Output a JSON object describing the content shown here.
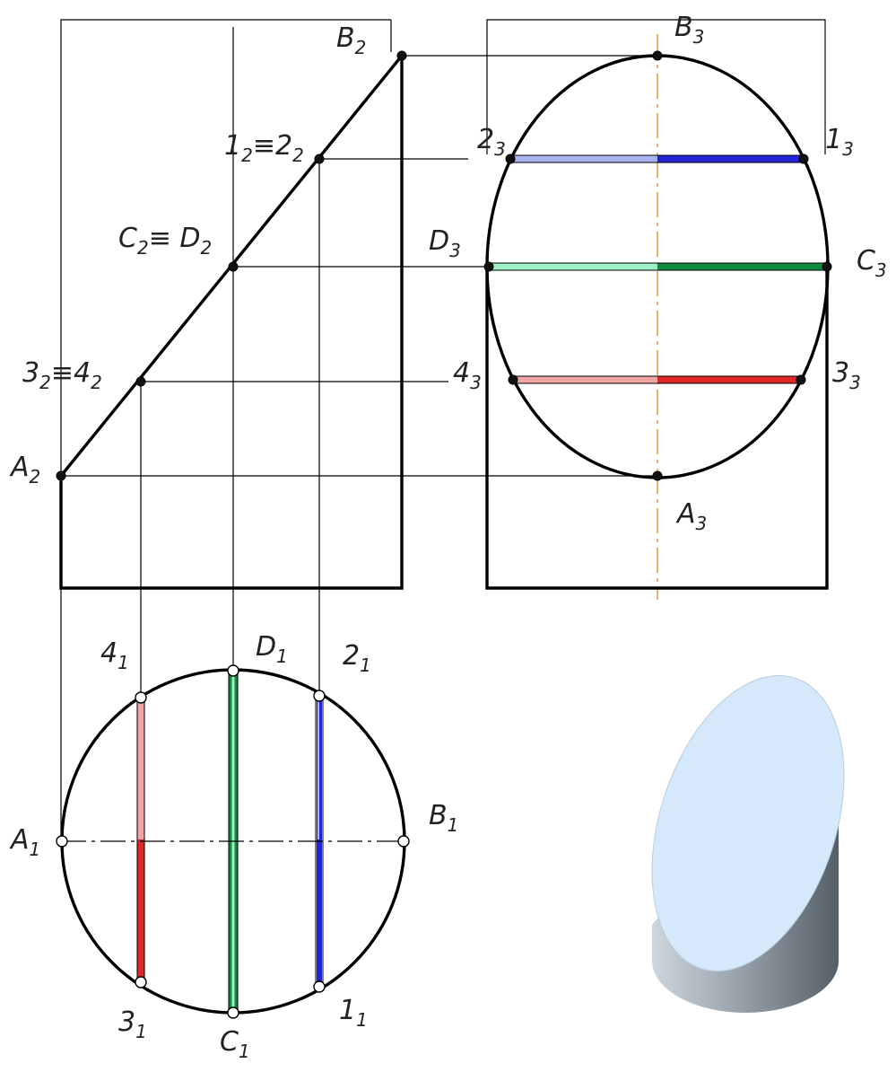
{
  "labels": {
    "front": {
      "B": {
        "main": "B",
        "sub": "2"
      },
      "p12": {
        "main": "1",
        "sub": "2",
        "eq": "≡2",
        "sub2": "2"
      },
      "CD": {
        "main": "C",
        "sub": "2",
        "eq": "≡ D",
        "sub2": "2"
      },
      "p34": {
        "main": "3",
        "sub": "2",
        "eq": "≡4",
        "sub2": "2"
      },
      "A": {
        "main": "A",
        "sub": "2"
      }
    },
    "side": {
      "B": {
        "main": "B",
        "sub": "3"
      },
      "p2": {
        "main": "2",
        "sub": "3"
      },
      "p1": {
        "main": "1",
        "sub": "3"
      },
      "D": {
        "main": "D",
        "sub": "3"
      },
      "C": {
        "main": "C",
        "sub": "3"
      },
      "p4": {
        "main": "4",
        "sub": "3"
      },
      "p3": {
        "main": "3",
        "sub": "3"
      },
      "A": {
        "main": "A",
        "sub": "3"
      }
    },
    "top": {
      "p4": {
        "main": "4",
        "sub": "1"
      },
      "D": {
        "main": "D",
        "sub": "1"
      },
      "p2": {
        "main": "2",
        "sub": "1"
      },
      "A": {
        "main": "A",
        "sub": "1"
      },
      "B": {
        "main": "B",
        "sub": "1"
      },
      "p3": {
        "main": "3",
        "sub": "1"
      },
      "C": {
        "main": "C",
        "sub": "1"
      },
      "p1": {
        "main": "1",
        "sub": "1"
      }
    }
  },
  "colors": {
    "blue_dark": "#2323d8",
    "blue_light": "#a7b3ec",
    "green_dark": "#128a3e",
    "green_light": "#9ef0c6",
    "red_dark": "#e02828",
    "red_light": "#f3a4a4",
    "axis_orange": "#e08a1e",
    "solid_top": "#d6e9fb",
    "solid_side_light": "#c4ccd4",
    "solid_side_dark": "#5d6870"
  }
}
